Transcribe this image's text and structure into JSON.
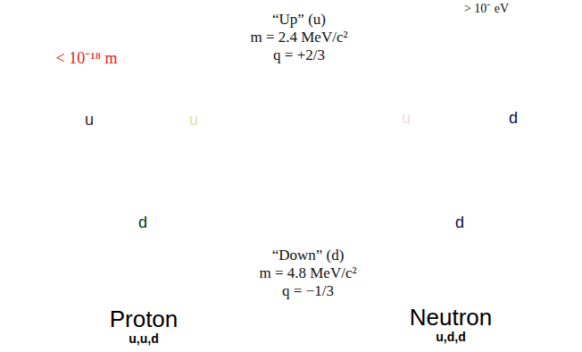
{
  "diagram": {
    "nodes": [
      {
        "text": [
          "Proton",
          "u,u,d"
        ]
      },
      {
        "text": [
          "u"
        ],
        "in": 0
      },
      {
        "text": [
          "u"
        ],
        "in": 0
      },
      {
        "text": [
          "d"
        ],
        "in": 0
      },
      {
        "text": [
          "Neutron",
          "u,d,d"
        ]
      },
      {
        "text": [
          "u"
        ],
        "in": 4
      },
      {
        "text": [
          "d"
        ],
        "in": 4
      },
      {
        "text": [
          "d"
        ],
        "in": 4
      }
    ],
    "edges": [
      {
        "from": 1,
        "to": 2,
        "arrow": "none"
      },
      {
        "from": 1,
        "to": 3,
        "arrow": "none"
      },
      {
        "from": 2,
        "to": 3,
        "arrow": "none"
      },
      {
        "from": 5,
        "to": 6,
        "arrow": "none"
      },
      {
        "from": 5,
        "to": 7,
        "arrow": "none"
      },
      {
        "from": 6,
        "to": 7,
        "arrow": "none"
      }
    ],
    "labels": [
      "< 10⁻¹⁸ m",
      "“Up” (u)",
      "m = 2.4 MeV/c²",
      "q = +2/3",
      "“Down” (d)",
      "m = 4.8 MeV/c²",
      "q = −1/3",
      "> 10⁻ eV"
    ]
  }
}
